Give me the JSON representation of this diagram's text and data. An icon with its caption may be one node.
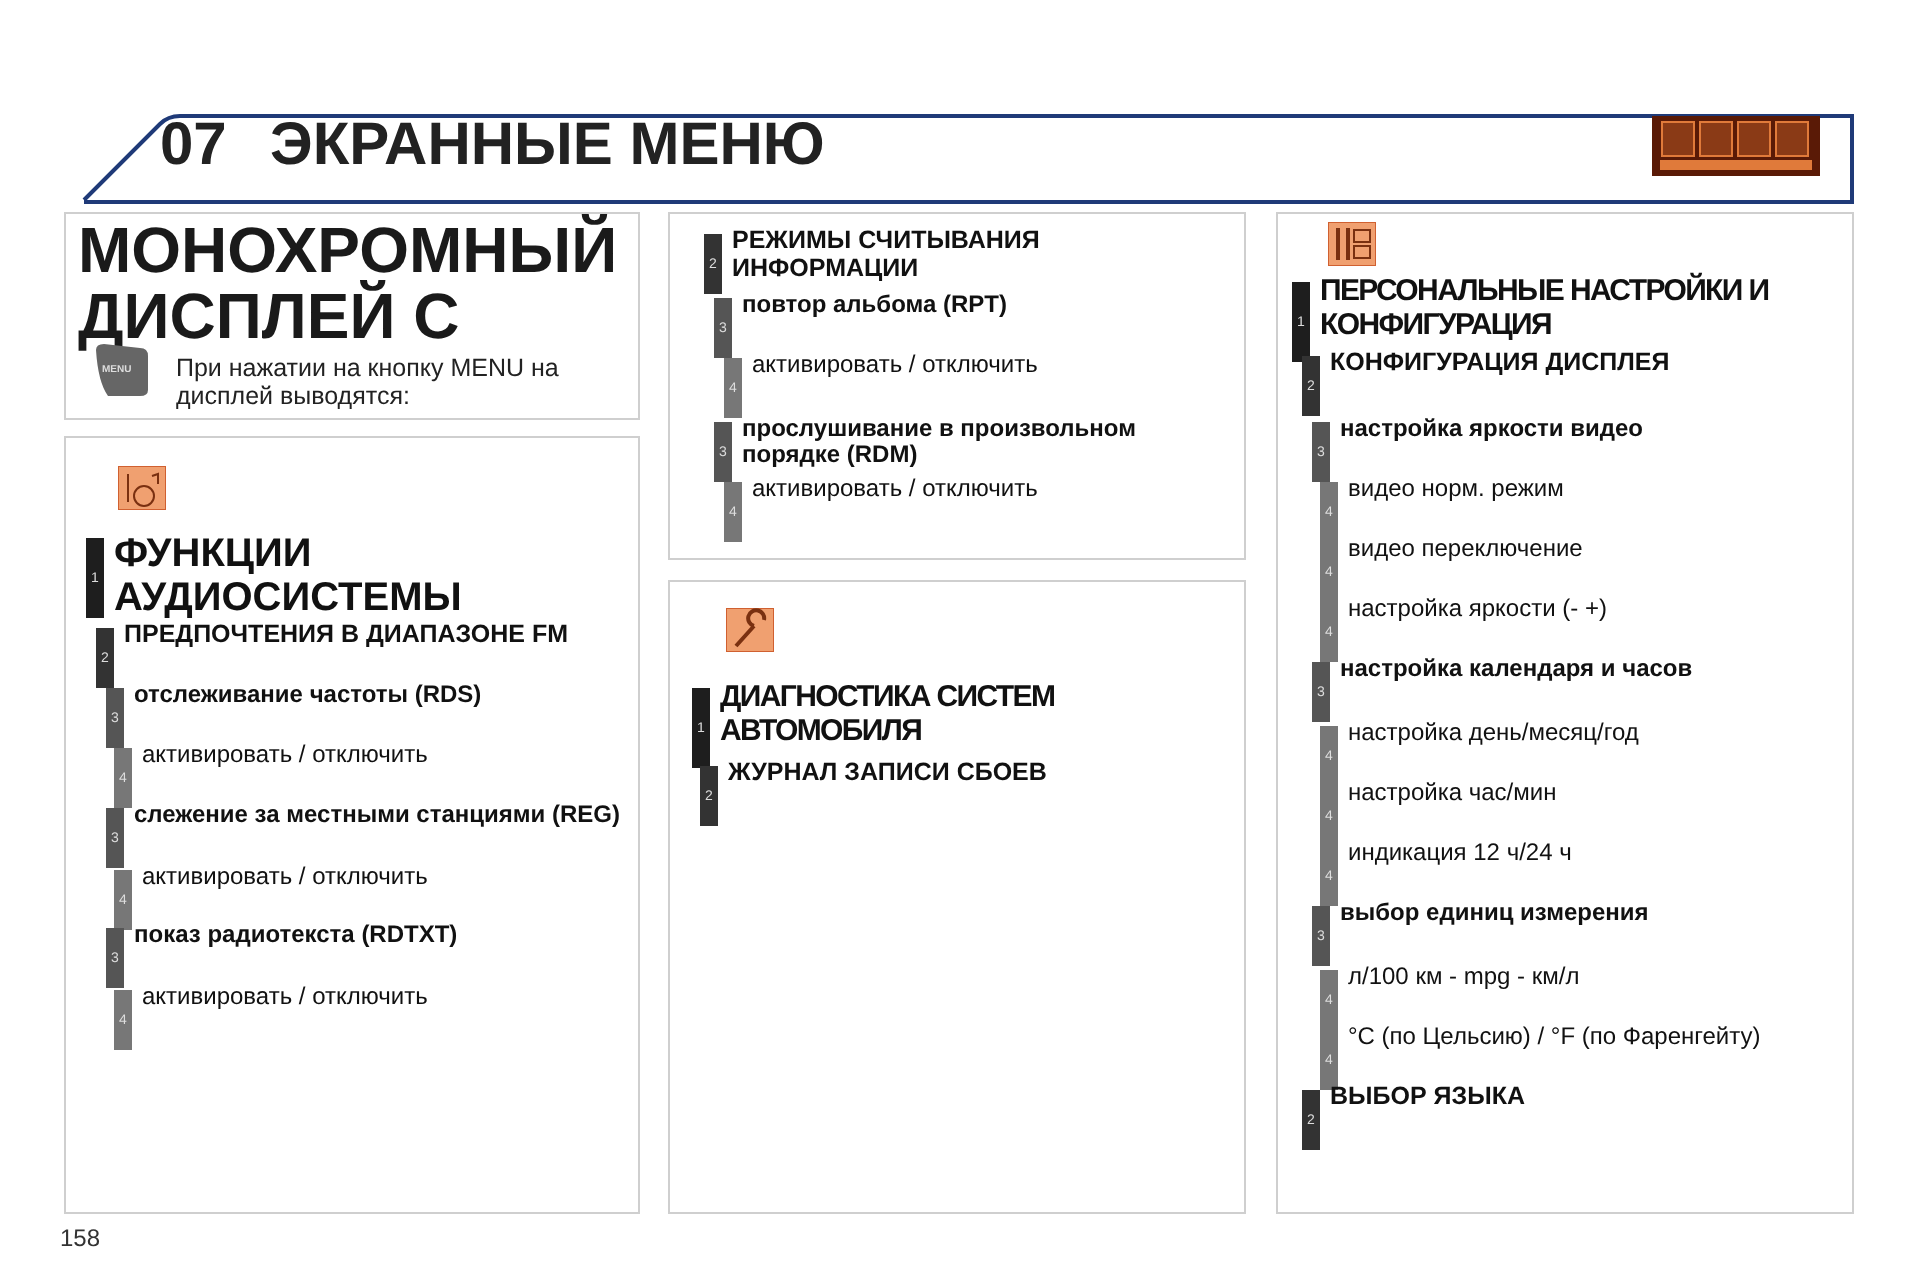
{
  "diagram": {
    "title": "ЭКРАННЫЕ МЕНЮ",
    "nodes": [
      {
        "text": [
          "МОНОХРОМНЫЙ ДИСПЛЕЙ С",
          "При нажатии на кнопку MENU на дисплей выводятся:"
        ]
      },
      {
        "text": [],
        "shape": "box"
      },
      {
        "text": [
          "1",
          "ФУНКЦИИ АУДИОСИСТЕМЫ"
        ],
        "in": 1
      },
      {
        "text": [
          "2",
          "ПРЕДПОЧТЕНИЯ В ДИАПАЗОНЕ FM"
        ],
        "in": 1
      },
      {
        "text": [
          "3",
          "отслеживание частоты (RDS)"
        ],
        "in": 1
      },
      {
        "text": [
          "4",
          "активировать / отключить"
        ],
        "in": 1
      },
      {
        "text": [
          "3",
          "слежение за местными станциями (REG)"
        ],
        "in": 1
      },
      {
        "text": [
          "4",
          "активировать / отключить"
        ],
        "in": 1
      },
      {
        "text": [
          "3",
          "показ радиотекста (RDTXT)"
        ],
        "in": 1
      },
      {
        "text": [
          "4",
          "активировать / отключить"
        ],
        "in": 1
      },
      {
        "text": [],
        "shape": "box"
      },
      {
        "text": [
          "2",
          "РЕЖИМЫ СЧИТЫВАНИЯ ИНФОРМАЦИИ"
        ],
        "in": 10
      },
      {
        "text": [
          "3",
          "повтор альбома (RPT)"
        ],
        "in": 10
      },
      {
        "text": [
          "4",
          "активировать / отключить"
        ],
        "in": 10
      },
      {
        "text": [
          "3",
          "прослушивание в произвольном порядке (RDM)"
        ],
        "in": 10
      },
      {
        "text": [
          "4",
          "активировать / отключить"
        ],
        "in": 10
      },
      {
        "text": [],
        "shape": "box"
      },
      {
        "text": [
          "1",
          "ДИАГНОСТИКА СИСТЕМ АВТОМОБИЛЯ"
        ],
        "in": 16
      },
      {
        "text": [
          "2",
          "ЖУРНАЛ ЗАПИСИ СБОЕВ"
        ],
        "in": 16
      },
      {
        "text": [],
        "shape": "box"
      },
      {
        "text": [
          "1",
          "ПЕРСОНАЛЬНЫЕ НАСТРОЙКИ И КОНФИГУРАЦИЯ"
        ],
        "in": 19
      },
      {
        "text": [
          "2",
          "КОНФИГУРАЦИЯ ДИСПЛЕЯ"
        ],
        "in": 19
      },
      {
        "text": [
          "3",
          "настройка яркости видео"
        ],
        "in": 19
      },
      {
        "text": [
          "4",
          "видео норм. режим"
        ],
        "in": 19
      },
      {
        "text": [
          "4",
          "видео переключение"
        ],
        "in": 19
      },
      {
        "text": [
          "4",
          "настройка яркости (- +)"
        ],
        "in": 19
      },
      {
        "text": [
          "3",
          "настройка календаря и часов"
        ],
        "in": 19
      },
      {
        "text": [
          "4",
          "настройка день/месяц/год"
        ],
        "in": 19
      },
      {
        "text": [
          "4",
          "настройка час/мин"
        ],
        "in": 19
      },
      {
        "text": [
          "4",
          "индикация 12 ч/24 ч"
        ],
        "in": 19
      },
      {
        "text": [
          "3",
          "выбор единиц измерения"
        ],
        "in": 19
      },
      {
        "text": [
          "4",
          "л/100 км - mpg - км/л"
        ],
        "in": 19
      },
      {
        "text": [
          "4",
          "°C (по Цельсию) / °F (по Фаренгейту)"
        ],
        "in": 19
      },
      {
        "text": [
          "2",
          "ВЫБОР ЯЗЫКА"
        ],
        "in": 19
      }
    ],
    "labels": [
      "07",
      "MENU",
      "158"
    ]
  }
}
